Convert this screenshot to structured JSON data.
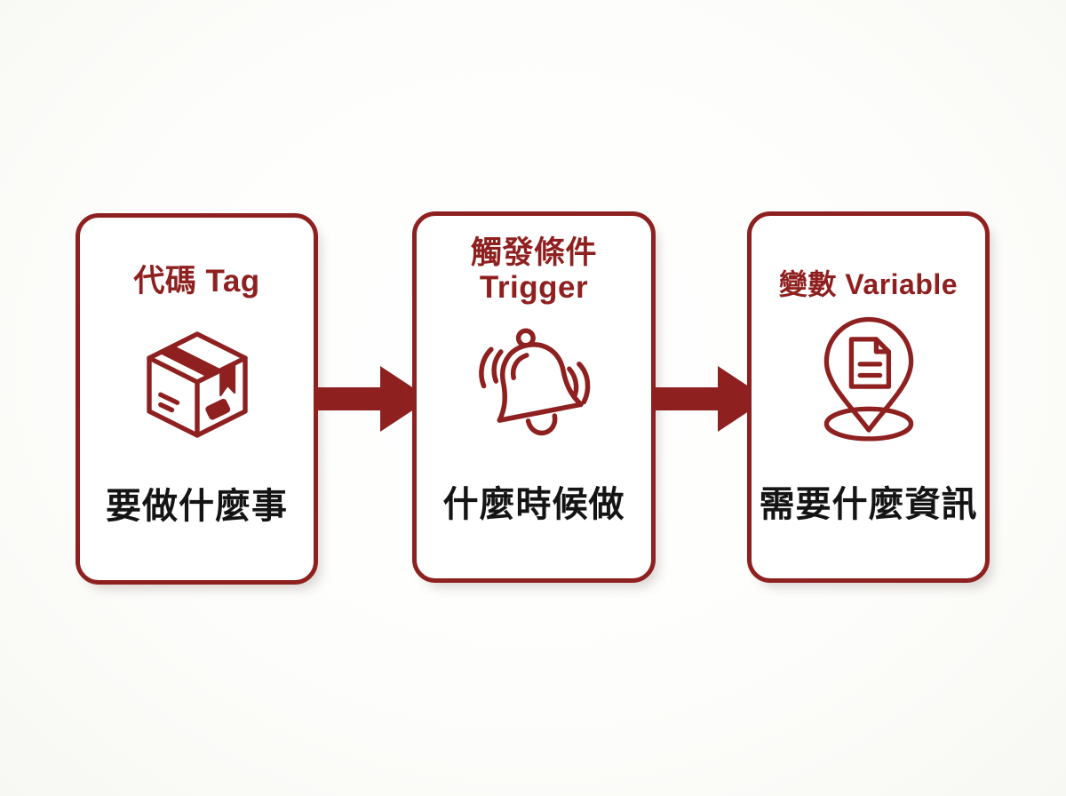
{
  "meta": {
    "background_color": "#fcfcfa",
    "accent_color": "#8f2020",
    "caption_color": "#141414"
  },
  "diagram": {
    "type": "horizontal-flow",
    "direction": "left-to-right",
    "steps": [
      {
        "id": "tag",
        "title": "代碼 Tag",
        "title_zh": "代碼",
        "title_en": "Tag",
        "icon": "package-box-icon",
        "caption": "要做什麼事"
      },
      {
        "id": "trigger",
        "title": "觸發條件\nTrigger",
        "title_zh": "觸發條件",
        "title_en": "Trigger",
        "icon": "ringing-bell-icon",
        "caption": "什麼時候做"
      },
      {
        "id": "variable",
        "title": "變數 Variable",
        "title_zh": "變數",
        "title_en": "Variable",
        "icon": "location-pin-document-icon",
        "caption": "需要什麼資訊"
      }
    ],
    "connectors": [
      {
        "id": "arrow-1",
        "from": "tag",
        "to": "trigger",
        "shape": "block-arrow-right"
      },
      {
        "id": "arrow-2",
        "from": "trigger",
        "to": "variable",
        "shape": "block-arrow-right"
      }
    ]
  }
}
